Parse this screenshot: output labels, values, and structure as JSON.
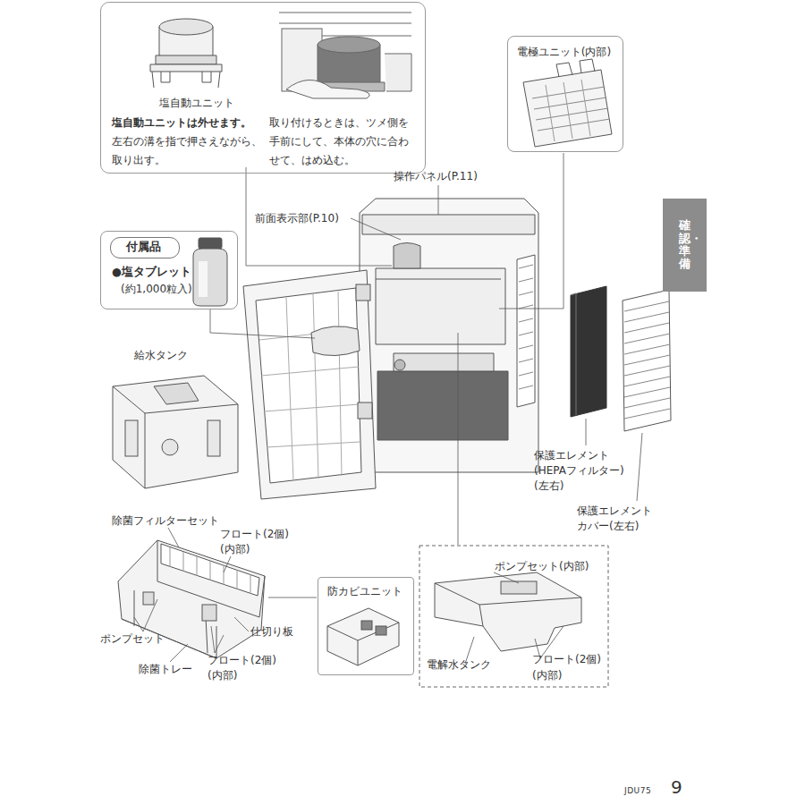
{
  "diagram": {
    "nodes": [
      {
        "text": [
          "塩自動ユニット",
          "塩自動ユニットは外せます。",
          "左右の溝を指で押さえながら、 取り出す。",
          "取り付けるときは、ツメ側を 手前にして、本体の穴に合わ せて、はめ込む。"
        ]
      },
      {
        "text": [
          "電極ユニット(内部)"
        ]
      },
      {
        "text": [
          "●塩タブレット",
          "(約1,000粒入)"
        ]
      },
      {
        "text": [
          "付属品"
        ],
        "in": 2
      },
      {
        "text": [
          "防カビユニット"
        ]
      },
      {
        "text": [
          "ポンプセット(内部)",
          "電解水タンク",
          "フロート(2個) (内部)"
        ]
      },
      {
        "text": [
          "確認・準備"
        ]
      }
    ],
    "labels": [
      "操作パネル(P.11)",
      "前面表示部(P.10)",
      "給水タンク",
      "保護エレメント (HEPAフィルター) (左右)",
      "保護エレメント カバー(左右)",
      "除菌フィルターセット",
      "フロート(2個) (内部)",
      "ポンプセット",
      "仕切り板",
      "除菌トレー",
      "フロート(2個) (内部)",
      "JDU75",
      "9"
    ]
  }
}
